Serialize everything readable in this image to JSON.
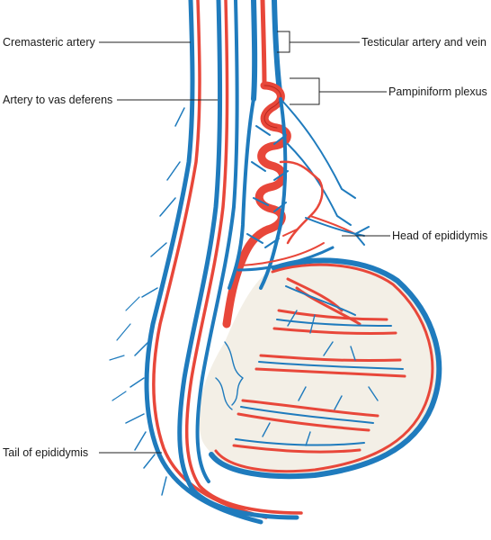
{
  "labels": {
    "cremasteric_artery": "Cremasteric artery",
    "artery_to_vas_deferens": "Artery to vas deferens",
    "testicular_artery_and_vein": "Testicular artery and vein",
    "pampiniform_plexus": "Pampiniform plexus",
    "head_of_epididymis": "Head of epididymis",
    "tail_of_epididymis": "Tail of  epididymis"
  },
  "colors": {
    "artery": "#e8473a",
    "vein": "#1f7bbd",
    "testis_fill": "#f3efe6"
  }
}
